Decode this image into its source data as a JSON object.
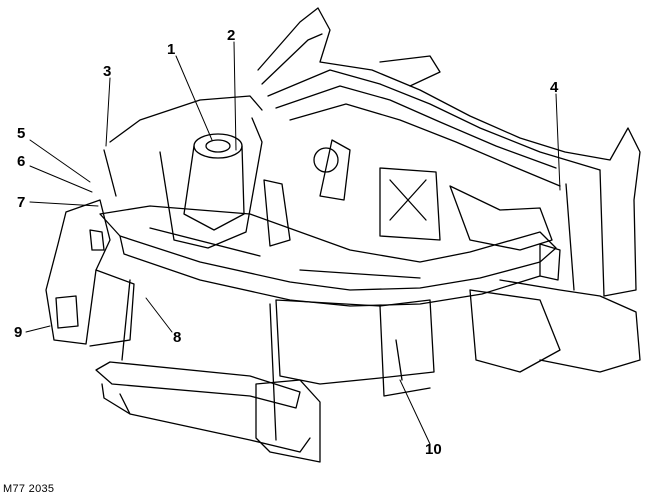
{
  "diagram": {
    "callouts": [
      {
        "id": "c1",
        "label": "1"
      },
      {
        "id": "c2",
        "label": "2"
      },
      {
        "id": "c3",
        "label": "3"
      },
      {
        "id": "c4",
        "label": "4"
      },
      {
        "id": "c5",
        "label": "5"
      },
      {
        "id": "c6",
        "label": "6"
      },
      {
        "id": "c7",
        "label": "7"
      },
      {
        "id": "c8",
        "label": "8"
      },
      {
        "id": "c9",
        "label": "9"
      },
      {
        "id": "c10",
        "label": "10"
      }
    ],
    "reference_code": "M77 2035"
  }
}
